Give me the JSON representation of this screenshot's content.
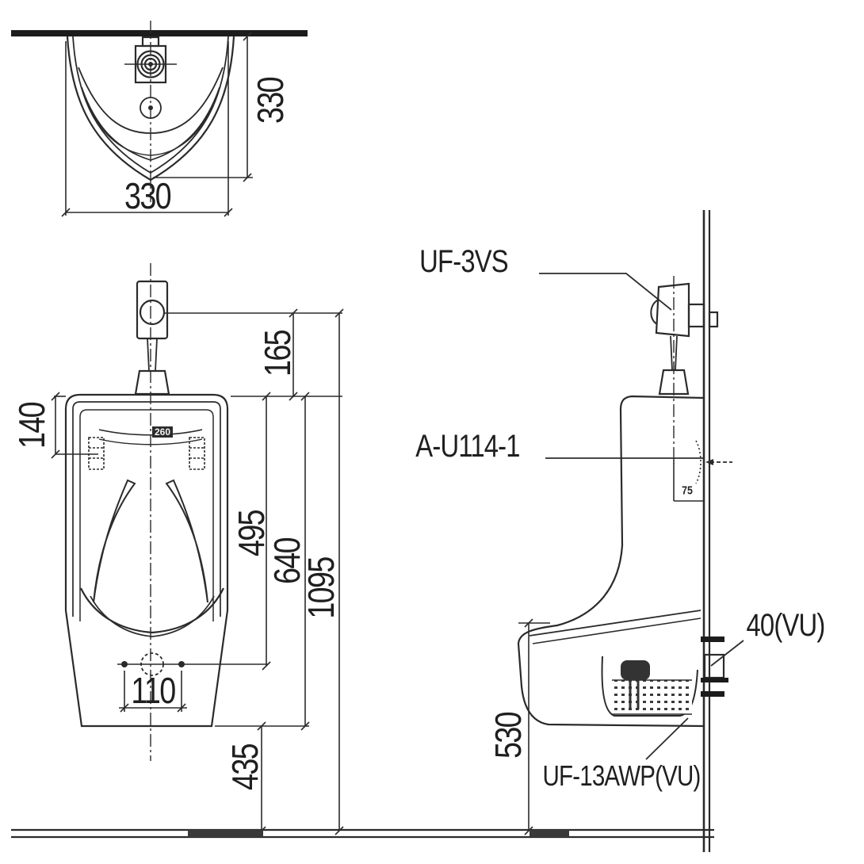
{
  "drawing": {
    "type": "urinal-installation-dimension-diagram",
    "colors": {
      "line": "#2b2b2b",
      "background": "#ffffff",
      "floor_accent": "#3a3a3a"
    },
    "top_view": {
      "width": "330",
      "depth": "330"
    },
    "front_view": {
      "valve_center_to_rim": "165",
      "rim_to_hanger": "140",
      "hanger_spacing": "260",
      "rim_to_bolt_line": "495",
      "rim_to_body_bottom": "640",
      "total_height": "1095",
      "bolt_spacing": "110",
      "bottom_to_floor": "435"
    },
    "side_view": {
      "flush_valve_model": "UF-3VS",
      "hanger_model": "A-U114-1",
      "hanger_wall_offset": "75",
      "outlet_pipe": "40(VU)",
      "outlet_height": "530",
      "trap_model": "UF-13AWP(VU)"
    }
  }
}
